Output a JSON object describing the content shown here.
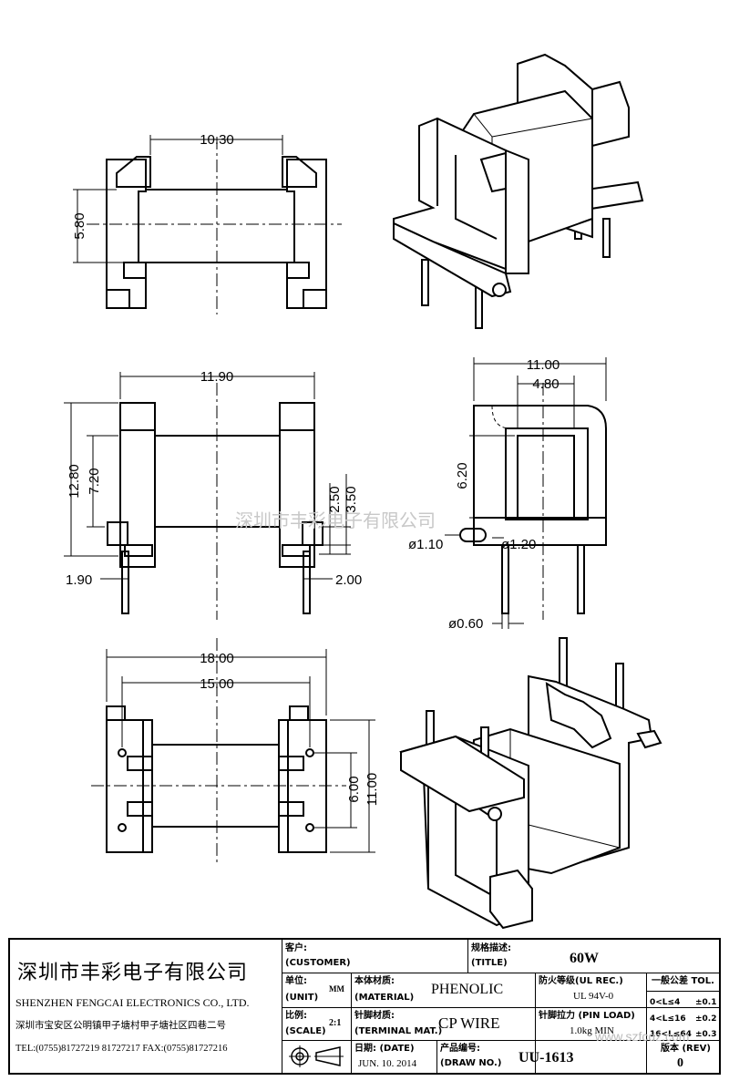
{
  "dimensions": {
    "top_width": "10.30",
    "top_height": "5.80",
    "front_width": "11.90",
    "front_height_total": "12.80",
    "front_height_inner": "7.20",
    "pin_height_a": "2.50",
    "pin_height_b": "3.50",
    "pin_offset_left": "1.90",
    "pin_offset_right": "2.00",
    "side_width": "11.00",
    "side_inner_width": "4.80",
    "side_height": "6.20",
    "side_dia_a": "ø1.10",
    "side_dia_b": "ø1.20",
    "pin_dia": "ø0.60",
    "bottom_width": "18.00",
    "bottom_inner_width": "15.00",
    "bottom_height_a": "6.00",
    "bottom_height_b": "11.00"
  },
  "watermark": "深圳市丰彩电子有限公司",
  "title_block": {
    "company_zh": "深圳市丰彩电子有限公司",
    "company_en": "SHENZHEN FENGCAI ELECTRONICS CO., LTD.",
    "address": "深圳市宝安区公明镇甲子塘村甲子塘社区四巷二号",
    "tel": "TEL:(0755)81727219  81727217    FAX:(0755)81727216",
    "customer_label": "客户:",
    "customer_label_en": "(CUSTOMER)",
    "title_label": "规格描述:",
    "title_label_en": "(TITLE)",
    "title_value": "60W",
    "unit_label": "单位:",
    "unit_label_en": "(UNIT)",
    "unit_value": "MM",
    "material_label": "本体材质:",
    "material_label_en": "(MATERIAL)",
    "material_value": "PHENOLIC",
    "ul_label": "防火等级(UL REC.)",
    "ul_value": "UL 94V-0",
    "tol_label": "一般公差 TOL.",
    "tol_rows": [
      {
        "range": "0<L≤4",
        "tol": "±0.1"
      },
      {
        "range": "4<L≤16",
        "tol": "±0.2"
      },
      {
        "range": "16<L≤64",
        "tol": "±0.3"
      }
    ],
    "scale_label": "比例:",
    "scale_label_en": "(SCALE)",
    "scale_value": "2:1",
    "terminal_label": "针脚材质:",
    "terminal_label_en": "(TERMINAL MAT.)",
    "terminal_value": "CP WIRE",
    "pinload_label": "针脚拉力 (PIN LOAD)",
    "pinload_value": "1.0kg MIN",
    "date_label": "日期: (DATE)",
    "date_value": "JUN. 10. 2014",
    "drawno_label": "产品编号:",
    "drawno_label_en": "(DRAW NO.)",
    "drawno_value": "UU-1613",
    "rev_label": "版本 (REV)",
    "rev_value": "0",
    "website": "www.szfcdz.com"
  }
}
